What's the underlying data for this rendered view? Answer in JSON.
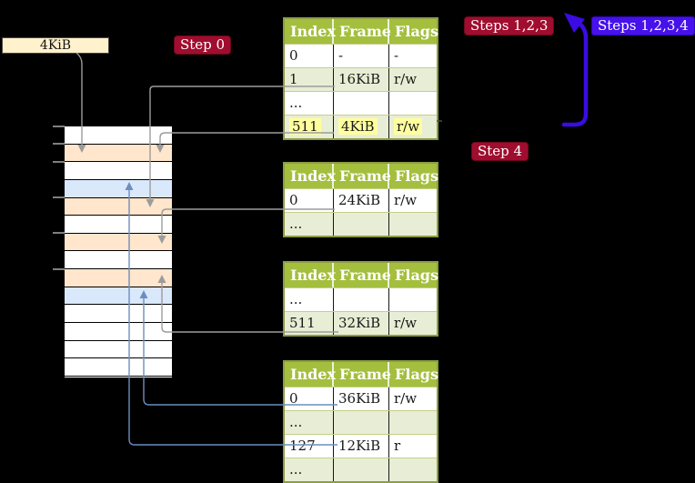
{
  "colors": {
    "header_green": "#a4bf3e",
    "row_green": "#e8eed5",
    "peach": "#ffe6cc",
    "light_blue": "#dae8fc",
    "cream": "#fff2cc",
    "badge_red": "#a00d2e",
    "badge_blue": "#4611ea",
    "arrow_blue": "#3a0ce2",
    "connector_gray": "#9c9c9c",
    "connector_blue": "#6c8ebf",
    "highlight_yellow": "#ffff9e"
  },
  "mem_label": {
    "text": "4KiB"
  },
  "badges": {
    "step0": {
      "label": "Step 0"
    },
    "steps123": {
      "label": "Steps 1,2,3"
    },
    "steps1234": {
      "label": "Steps 1,2,3,4"
    },
    "step4": {
      "label": "Step 4"
    }
  },
  "tables": [
    {
      "name": "page-table-level-4",
      "headers": [
        "Index",
        "Frame",
        "Flags"
      ],
      "rows": [
        {
          "cells": [
            "0",
            "-",
            "-"
          ],
          "shaded": false,
          "highlight": false
        },
        {
          "cells": [
            "1",
            "16KiB",
            "r/w"
          ],
          "shaded": true,
          "highlight": false
        },
        {
          "cells": [
            "...",
            "",
            ""
          ],
          "shaded": false,
          "highlight": false
        },
        {
          "cells": [
            "511",
            "4KiB",
            "r/w"
          ],
          "shaded": true,
          "highlight": true
        }
      ]
    },
    {
      "name": "page-table-level-3",
      "headers": [
        "Index",
        "Frame",
        "Flags"
      ],
      "rows": [
        {
          "cells": [
            "0",
            "24KiB",
            "r/w"
          ],
          "shaded": false,
          "highlight": false
        },
        {
          "cells": [
            "...",
            "",
            ""
          ],
          "shaded": true,
          "highlight": false
        }
      ]
    },
    {
      "name": "page-table-level-2",
      "headers": [
        "Index",
        "Frame",
        "Flags"
      ],
      "rows": [
        {
          "cells": [
            "...",
            "",
            ""
          ],
          "shaded": false,
          "highlight": false
        },
        {
          "cells": [
            "511",
            "32KiB",
            "r/w"
          ],
          "shaded": true,
          "highlight": false
        }
      ]
    },
    {
      "name": "page-table-level-1",
      "headers": [
        "Index",
        "Frame",
        "Flags"
      ],
      "rows": [
        {
          "cells": [
            "0",
            "36KiB",
            "r/w"
          ],
          "shaded": false,
          "highlight": false
        },
        {
          "cells": [
            "...",
            "",
            ""
          ],
          "shaded": true,
          "highlight": false
        },
        {
          "cells": [
            "127",
            "12KiB",
            "r"
          ],
          "shaded": false,
          "highlight": false
        },
        {
          "cells": [
            "...",
            "",
            ""
          ],
          "shaded": true,
          "highlight": false
        }
      ]
    }
  ],
  "memory_strip": {
    "row_colors": [
      "white",
      "peach",
      "white",
      "blue",
      "peach",
      "white",
      "peach",
      "white",
      "peach",
      "blue",
      "white",
      "white",
      "white",
      "white"
    ],
    "tick_rows": [
      0,
      1,
      2,
      4,
      6,
      8
    ]
  },
  "mappings": [
    {
      "from": "mem-size-label",
      "to": "frame-4KiB",
      "color": "gray"
    },
    {
      "from": "l4-entry-1",
      "to": "frame-16KiB",
      "color": "gray"
    },
    {
      "from": "l4-entry-511",
      "to": "frame-4KiB",
      "color": "gray"
    },
    {
      "from": "l3-entry-0",
      "to": "frame-24KiB",
      "color": "gray"
    },
    {
      "from": "l2-entry-511",
      "to": "frame-32KiB",
      "color": "gray"
    },
    {
      "from": "l1-entry-0",
      "to": "frame-36KiB",
      "color": "blue"
    },
    {
      "from": "l1-entry-127",
      "to": "frame-12KiB",
      "color": "blue"
    }
  ]
}
